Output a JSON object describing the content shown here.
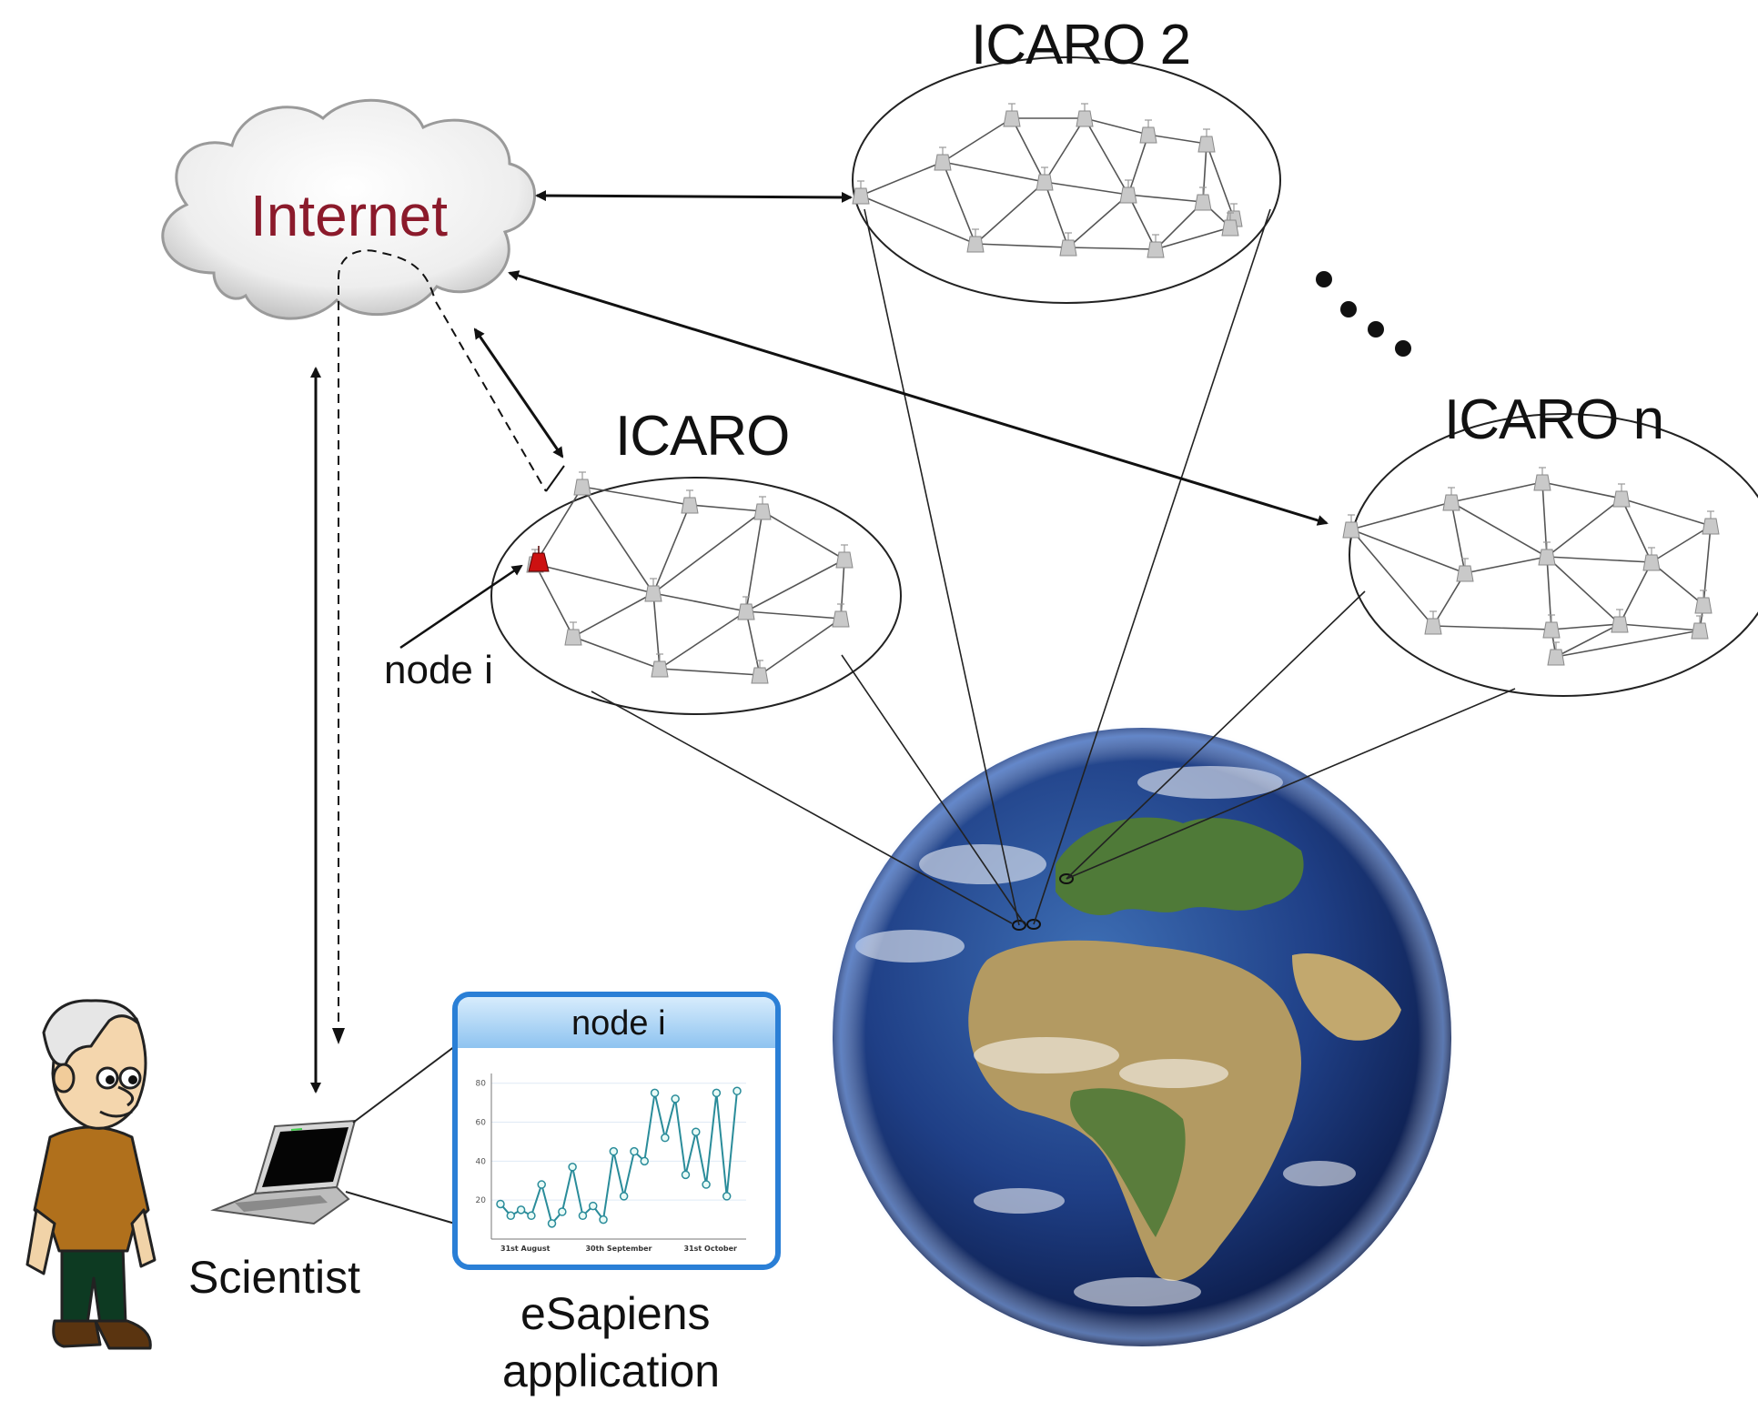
{
  "labels": {
    "internet": "Internet",
    "icaro_1": "ICARO",
    "icaro_2": "ICARO 2",
    "icaro_n": "ICARO n",
    "node_i": "node i",
    "scientist": "Scientist",
    "app_line1": "eSapiens",
    "app_line2": "application",
    "app_window_title": "node i"
  },
  "colors": {
    "internet_text": "#8b1a2b",
    "app_border": "#2a7fd6",
    "app_titlebar": "#a9d3f5",
    "series_line": "#2a8c9a",
    "highlight_node": "#cc1111"
  },
  "chart_data": {
    "type": "line",
    "title": "node i",
    "x_tick_labels": [
      "31st August",
      "30th September",
      "31st October"
    ],
    "y_ticks": [
      20,
      40,
      60,
      80
    ],
    "ylim": [
      0,
      85
    ],
    "values": [
      18,
      12,
      15,
      12,
      28,
      8,
      14,
      37,
      12,
      17,
      10,
      45,
      22,
      45,
      40,
      75,
      52,
      72,
      33,
      55,
      28,
      75,
      22,
      76
    ]
  }
}
